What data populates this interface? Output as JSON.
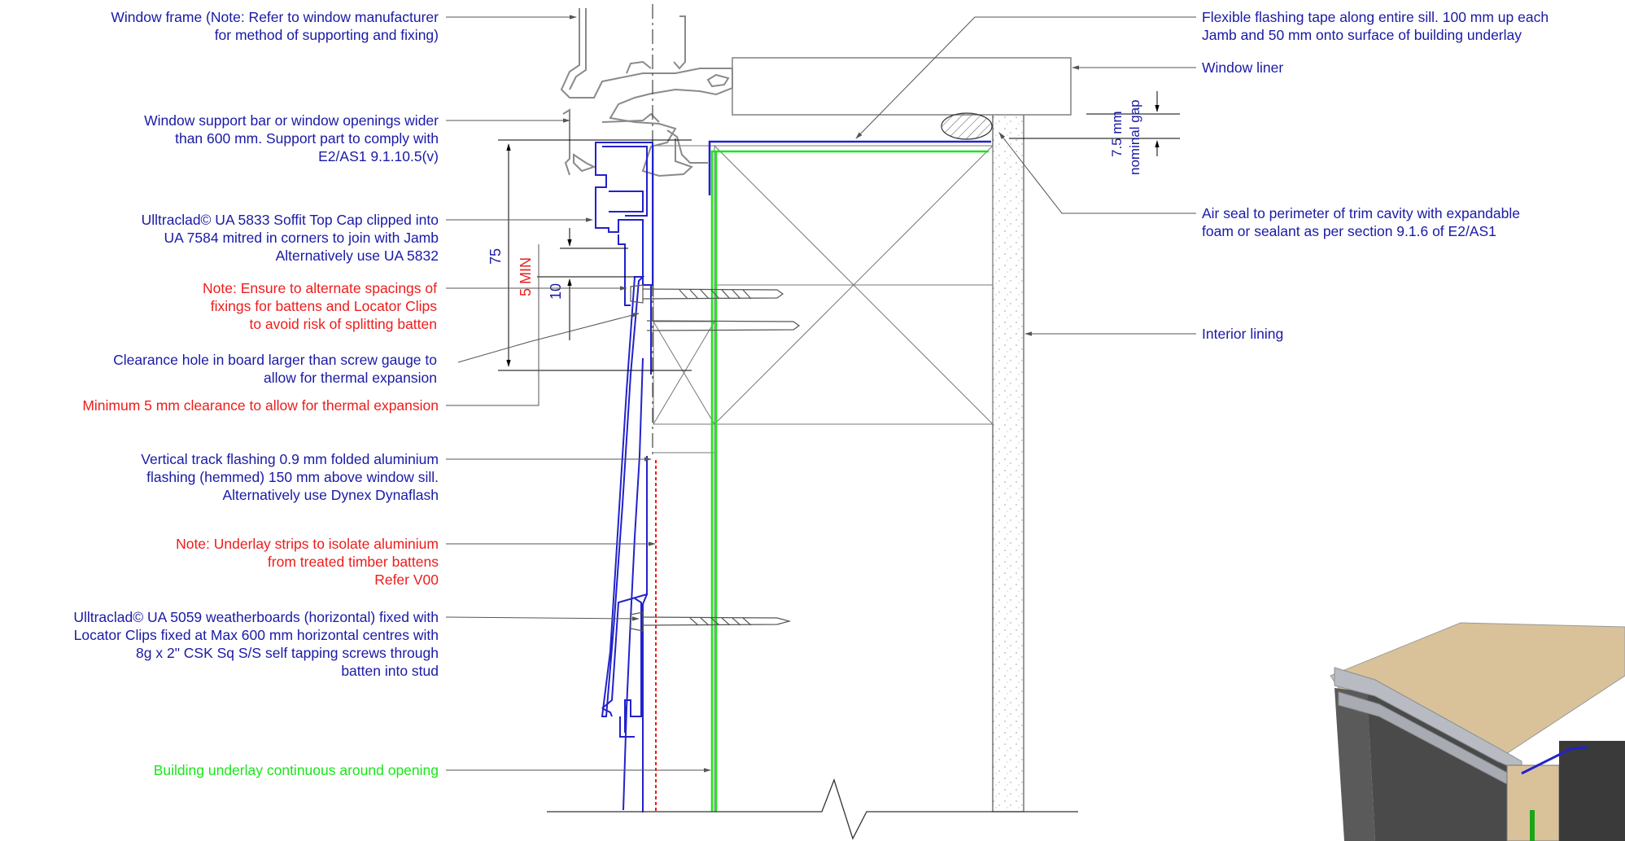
{
  "colors": {
    "label_blue": "#1a1aa6",
    "note_red": "#ee1c1c",
    "underlay_green": "#19e619",
    "profile_blue": "#2222cc",
    "frame_grey": "#8a8a8a",
    "leader_grey": "#555555",
    "timber_tan": "#c9ad7f"
  },
  "callouts_left": [
    {
      "id": "window-frame",
      "color": "blue",
      "lines": [
        "Window frame (Note: Refer to window manufacturer",
        "for method of supporting and fixing)"
      ]
    },
    {
      "id": "support-bar",
      "color": "blue",
      "lines": [
        "Window support bar or window openings wider",
        "than 600 mm. Support part to comply with",
        "E2/AS1 9.1.10.5(v)"
      ]
    },
    {
      "id": "soffit-cap",
      "color": "blue",
      "lines": [
        "Ulltraclad© UA 5833 Soffit Top Cap clipped into",
        "UA 7584 mitred in corners to join with Jamb",
        "Alternatively use UA 5832"
      ]
    },
    {
      "id": "spacing-note",
      "color": "red",
      "lines": [
        "Note: Ensure to alternate spacings of",
        "fixings for battens and Locator Clips",
        "to avoid risk of splitting batten"
      ]
    },
    {
      "id": "clearance-hole",
      "color": "blue",
      "lines": [
        "Clearance hole in board larger than screw gauge to",
        "allow for thermal expansion"
      ]
    },
    {
      "id": "min-clearance",
      "color": "red",
      "lines": [
        "Minimum 5 mm clearance to allow for thermal expansion"
      ]
    },
    {
      "id": "track-flashing",
      "color": "blue",
      "lines": [
        "Vertical track flashing 0.9 mm folded aluminium",
        "flashing (hemmed) 150 mm above window sill.",
        "Alternatively use Dynex Dynaflash"
      ]
    },
    {
      "id": "underlay-strips",
      "color": "red",
      "lines": [
        "Note: Underlay strips to isolate aluminium",
        "from treated timber battens",
        "Refer V00"
      ]
    },
    {
      "id": "weatherboards",
      "color": "blue",
      "lines": [
        "Ulltraclad© UA 5059 weatherboards (horizontal) fixed with",
        "Locator Clips fixed at Max 600 mm horizontal centres with",
        "8g x 2\" CSK Sq S/S self tapping screws through",
        "batten into stud"
      ]
    },
    {
      "id": "building-underlay",
      "color": "green",
      "lines": [
        "Building underlay continuous around opening"
      ]
    }
  ],
  "callouts_right": [
    {
      "id": "flashing-tape",
      "color": "blue",
      "lines": [
        "Flexible flashing tape along entire sill.  100 mm up each",
        "Jamb and 50 mm onto surface of building underlay"
      ]
    },
    {
      "id": "window-liner",
      "color": "blue",
      "lines": [
        "Window liner"
      ]
    },
    {
      "id": "air-seal",
      "color": "blue",
      "lines": [
        "Air seal to perimeter of trim cavity with expandable",
        "foam or sealant as per section 9.1.6 of E2/AS1"
      ]
    },
    {
      "id": "interior-lining",
      "color": "blue",
      "lines": [
        "Interior lining"
      ]
    }
  ],
  "dimensions": {
    "overall": "75",
    "min_gap": "5 MIN",
    "clip_gap": "10",
    "nominal_value": "7.5 mm",
    "nominal_text": "nominal gap"
  }
}
